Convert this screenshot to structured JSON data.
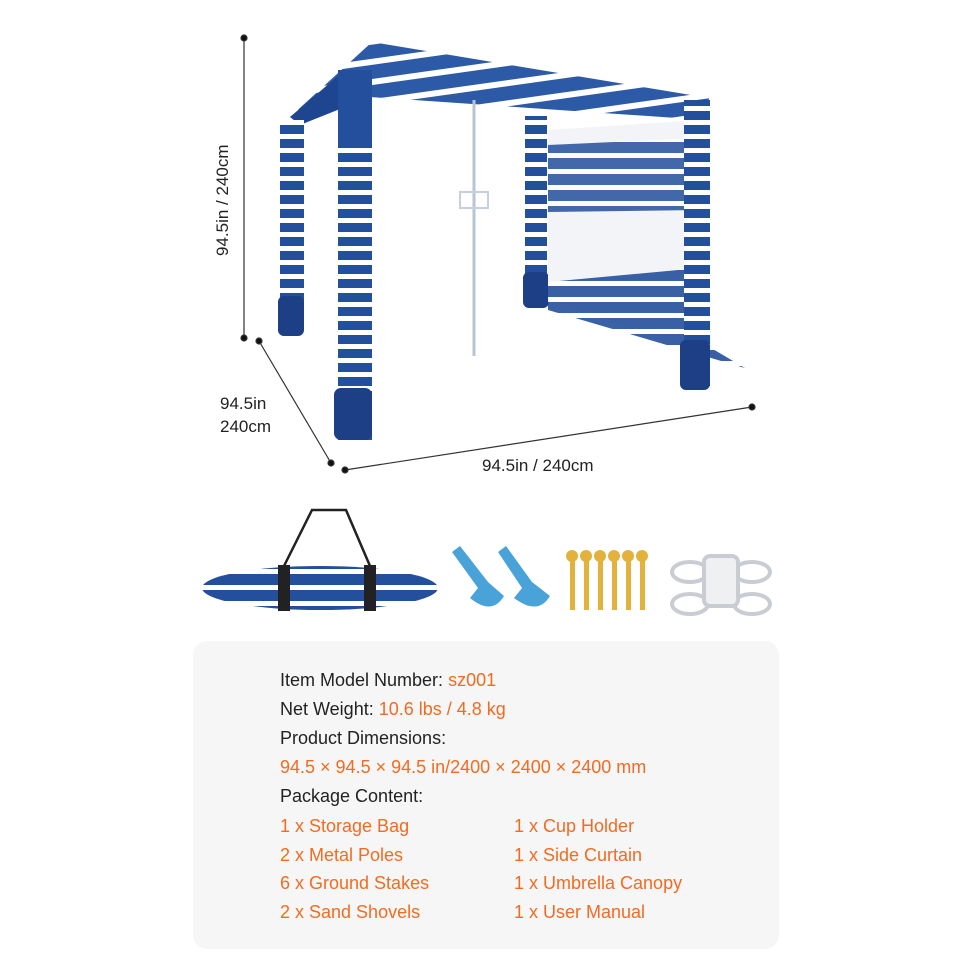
{
  "dimensions": {
    "height": "94.5in / 240cm",
    "depth_in": "94.5in",
    "depth_cm": "240cm",
    "width": "94.5in / 240cm"
  },
  "accessories": [
    {
      "name": "storage-bag"
    },
    {
      "name": "sand-shovels"
    },
    {
      "name": "ground-stakes"
    },
    {
      "name": "cup-holder"
    }
  ],
  "colors": {
    "accent": "#f36b21",
    "canopy_blue": "#234f9a",
    "shovel_blue": "#4aa3d8",
    "stake_gold": "#e3b23c"
  },
  "specs": {
    "model_label": "Item Model Number: ",
    "model_value": "sz001",
    "weight_label": "Net Weight: ",
    "weight_value": "10.6 lbs / 4.8 kg",
    "dimensions_label": "Product Dimensions:",
    "dimensions_value": "94.5 × 94.5 × 94.5 in/2400 × 2400 × 2400 mm",
    "package_label": "Package Content:",
    "package_left": [
      "1 x Storage Bag",
      "2 x Metal Poles",
      "6 x Ground Stakes",
      "2 x Sand Shovels"
    ],
    "package_right": [
      "1 x Cup Holder",
      "1 x Side Curtain",
      "1 x Umbrella Canopy",
      "1 x User Manual"
    ]
  }
}
